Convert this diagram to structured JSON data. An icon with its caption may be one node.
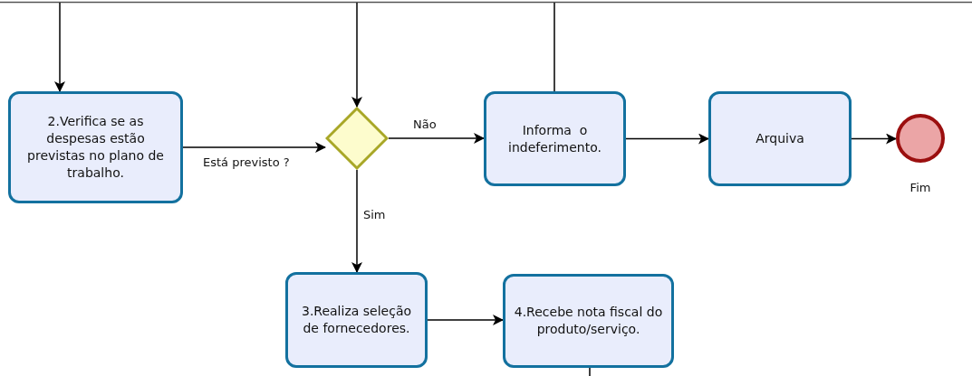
{
  "diagram": {
    "nodes": [
      {
        "text": [
          "2.Verifica se as despesas estão previstas no plano de trabalho."
        ]
      },
      {
        "text": [],
        "shape": "diamond"
      },
      {
        "text": [
          "Informa  o indeferimento."
        ]
      },
      {
        "text": [
          "Arquiva"
        ]
      },
      {
        "text": [],
        "shape": "circle",
        "beside": [
          "Fim"
        ]
      },
      {
        "text": [
          "3.Realiza seleção de fornecedores."
        ]
      },
      {
        "text": [
          "4.Recebe nota fiscal do produto/serviço."
        ]
      }
    ],
    "edges": [
      {
        "from": null,
        "to": 0,
        "arrow": "to"
      },
      {
        "from": null,
        "to": 1,
        "arrow": "to"
      },
      {
        "from": 2,
        "to": null,
        "arrow": "none"
      },
      {
        "from": 0,
        "to": 1,
        "arrow": "to",
        "label": "Está previsto ?"
      },
      {
        "from": 1,
        "to": 2,
        "arrow": "to",
        "label": "Não"
      },
      {
        "from": 2,
        "to": 3,
        "arrow": "to"
      },
      {
        "from": 3,
        "to": 4,
        "arrow": "to"
      },
      {
        "from": 1,
        "to": 5,
        "arrow": "to",
        "label": "Sim"
      },
      {
        "from": 5,
        "to": 6,
        "arrow": "to"
      },
      {
        "from": 6,
        "to": null,
        "arrow": "none"
      }
    ]
  }
}
